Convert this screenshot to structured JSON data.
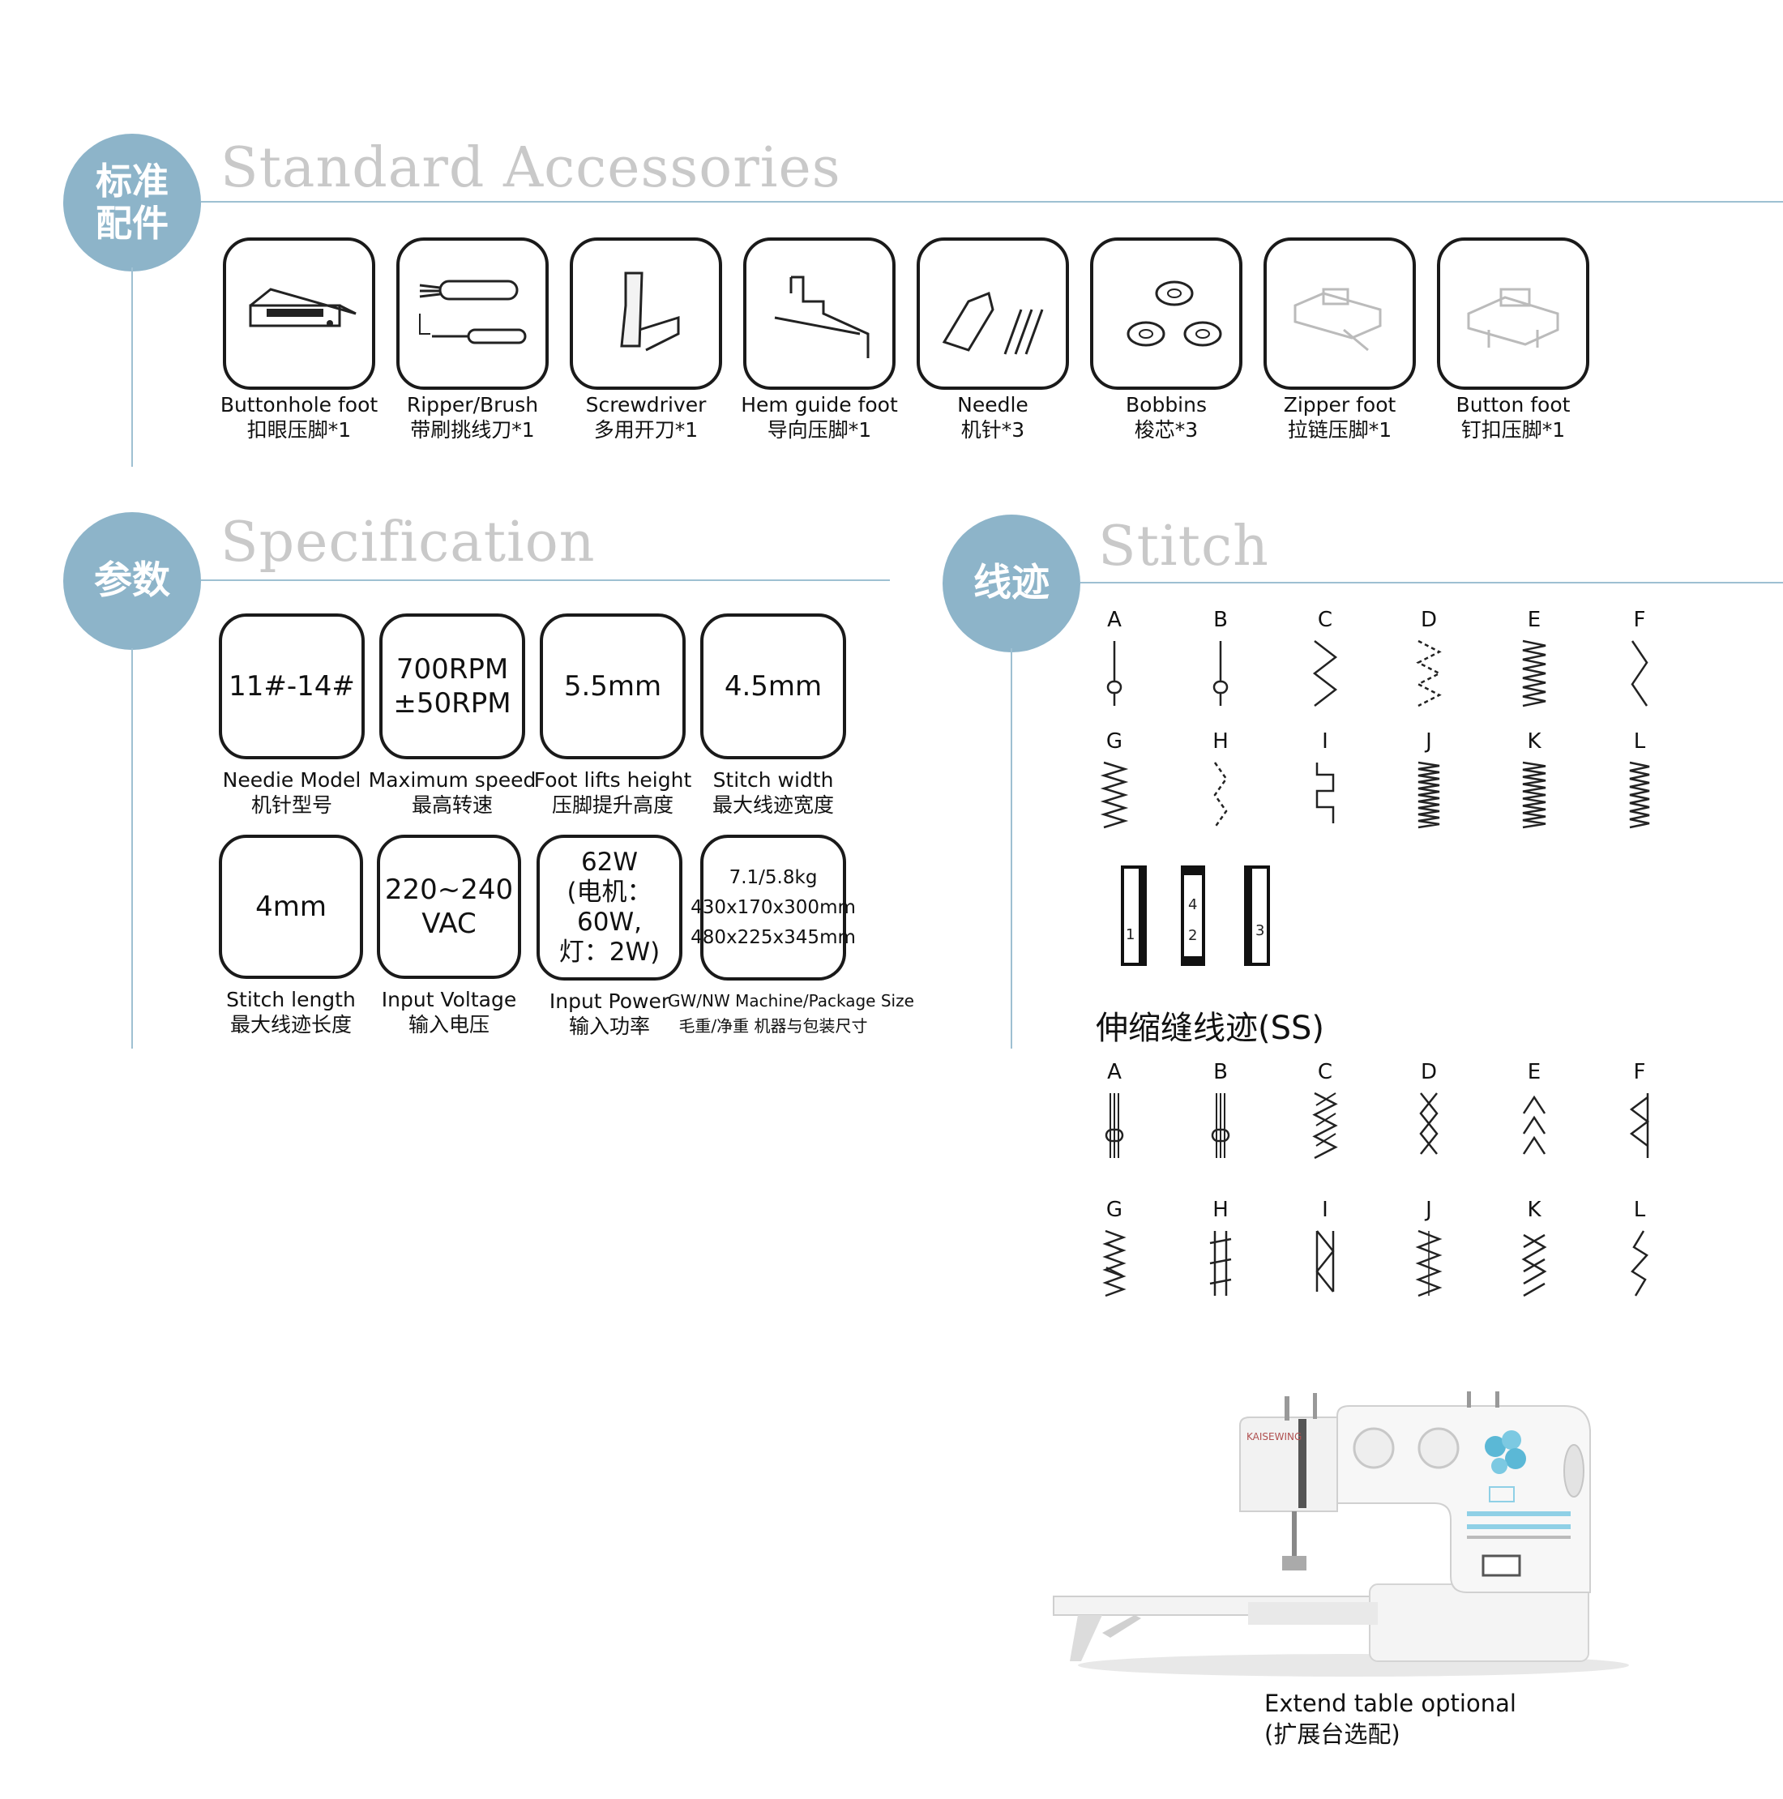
{
  "accessories": {
    "badge": "标准\n配件",
    "title": "Standard Accessories",
    "items": [
      {
        "en": "Buttonhole foot",
        "zh": "扣眼压脚*1",
        "icon": "buttonhole-foot-icon"
      },
      {
        "en": "Ripper/Brush",
        "zh": "带刷挑线刀*1",
        "icon": "ripper-brush-icon"
      },
      {
        "en": "Screwdriver",
        "zh": "多用开刀*1",
        "icon": "screwdriver-icon"
      },
      {
        "en": "Hem guide foot",
        "zh": "导向压脚*1",
        "icon": "hem-guide-foot-icon"
      },
      {
        "en": "Needle",
        "zh": "机针*3",
        "icon": "needle-icon"
      },
      {
        "en": "Bobbins",
        "zh": "梭芯*3",
        "icon": "bobbins-icon"
      },
      {
        "en": "Zipper foot",
        "zh": "拉链压脚*1",
        "icon": "zipper-foot-icon"
      },
      {
        "en": "Button foot",
        "zh": "钉扣压脚*1",
        "icon": "button-foot-icon"
      }
    ]
  },
  "specification": {
    "badge": "参数",
    "title": "Specification",
    "items": [
      {
        "value": "11#-14#",
        "en": "Needie Model",
        "zh": "机针型号"
      },
      {
        "value": "700RPM\n±50RPM",
        "en": "Maximum speed",
        "zh": "最高转速"
      },
      {
        "value": "5.5mm",
        "en": "Foot lifts height",
        "zh": "压脚提升高度"
      },
      {
        "value": "4.5mm",
        "en": "Stitch width",
        "zh": "最大线迹宽度"
      },
      {
        "value": "4mm",
        "en": "Stitch length",
        "zh": "最大线迹长度"
      },
      {
        "value": "220~240\nVAC",
        "en": "Input Voltage",
        "zh": "输入电压"
      },
      {
        "value": "62W\n(电机：60W,\n灯：2W)",
        "en": "Input Power",
        "zh": "输入功率"
      },
      {
        "value": "7.1/5.8kg\n430x170x300mm\n480x225x345mm",
        "en": "GW/NW Machine/Package Size",
        "zh": "毛重/净重 机器与包装尺寸"
      }
    ]
  },
  "stitch": {
    "badge": "线迹",
    "title": "Stitch",
    "row1": [
      "A",
      "B",
      "C",
      "D",
      "E",
      "F"
    ],
    "row2": [
      "G",
      "H",
      "I",
      "J",
      "K",
      "L"
    ],
    "buttonhole_numbers": [
      "1",
      "4",
      "2",
      "3"
    ],
    "ss_title": "伸缩缝线迹(SS)",
    "ss_row1": [
      "A",
      "B",
      "C",
      "D",
      "E",
      "F"
    ],
    "ss_row2": [
      "G",
      "H",
      "I",
      "J",
      "K",
      "L"
    ]
  },
  "machine": {
    "icon": "sewing-machine-icon",
    "brand": "KAISEWING",
    "caption_en": "Extend table optional",
    "caption_zh": "(扩展台选配)"
  },
  "colors": {
    "accent": "#8db4c9",
    "line": "#9ec0d2",
    "title_gray": "#c9c9c9",
    "flower": "#5bb8d6"
  }
}
